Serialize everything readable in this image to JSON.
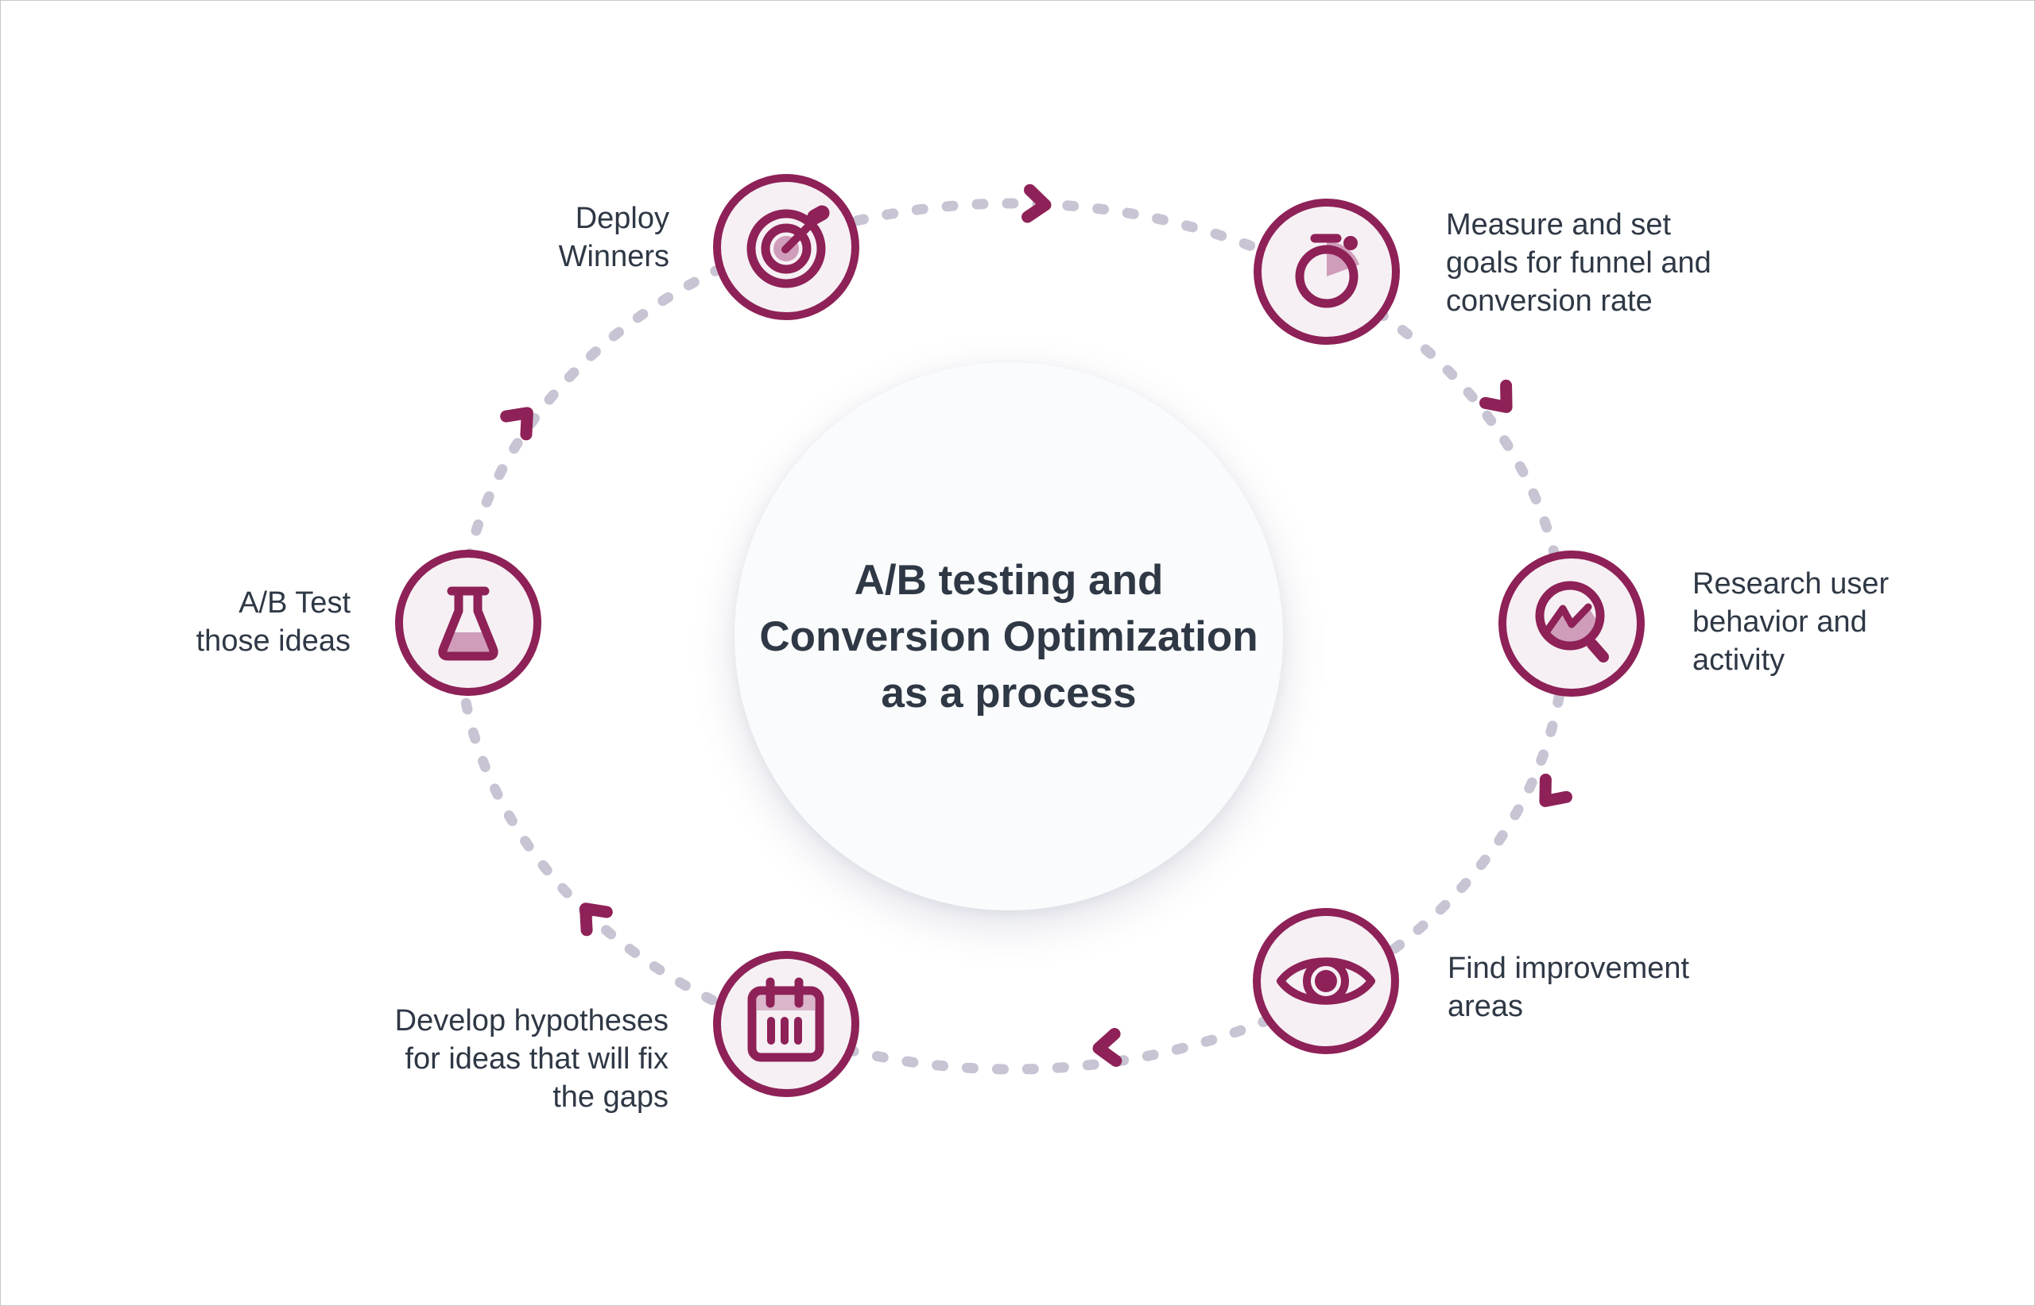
{
  "title": {
    "lines": [
      "A/B testing and",
      "Conversion Optimization",
      "as a process"
    ]
  },
  "colors": {
    "accent": "#8E2157",
    "accent_muted": "#CF9DBA",
    "accent_soft": "#DBB6CB",
    "node_fill": "#F6F0F4",
    "dash": "#C8C4D3",
    "text": "#2F3845",
    "center_fill": "#FAFBFC",
    "page_bg": "#FFFFFF"
  },
  "steps": [
    {
      "id": "measure",
      "icon": "stopwatch-icon",
      "position": "top-right",
      "lines": [
        "Measure and set",
        "goals for funnel and",
        "conversion rate"
      ]
    },
    {
      "id": "research",
      "icon": "magnifier-chart-icon",
      "position": "right",
      "lines": [
        "Research user",
        "behavior and",
        "activity"
      ]
    },
    {
      "id": "find",
      "icon": "eye-icon",
      "position": "bottom-right",
      "lines": [
        "Find improvement",
        "areas"
      ]
    },
    {
      "id": "develop",
      "icon": "calendar-icon",
      "position": "bottom-left",
      "lines": [
        "Develop hypotheses",
        "for ideas that will fix",
        "the gaps"
      ]
    },
    {
      "id": "abtest",
      "icon": "flask-icon",
      "position": "left",
      "lines": [
        "A/B Test",
        "those ideas"
      ]
    },
    {
      "id": "deploy",
      "icon": "target-icon",
      "position": "top-left",
      "lines": [
        "Deploy",
        "Winners"
      ]
    }
  ]
}
